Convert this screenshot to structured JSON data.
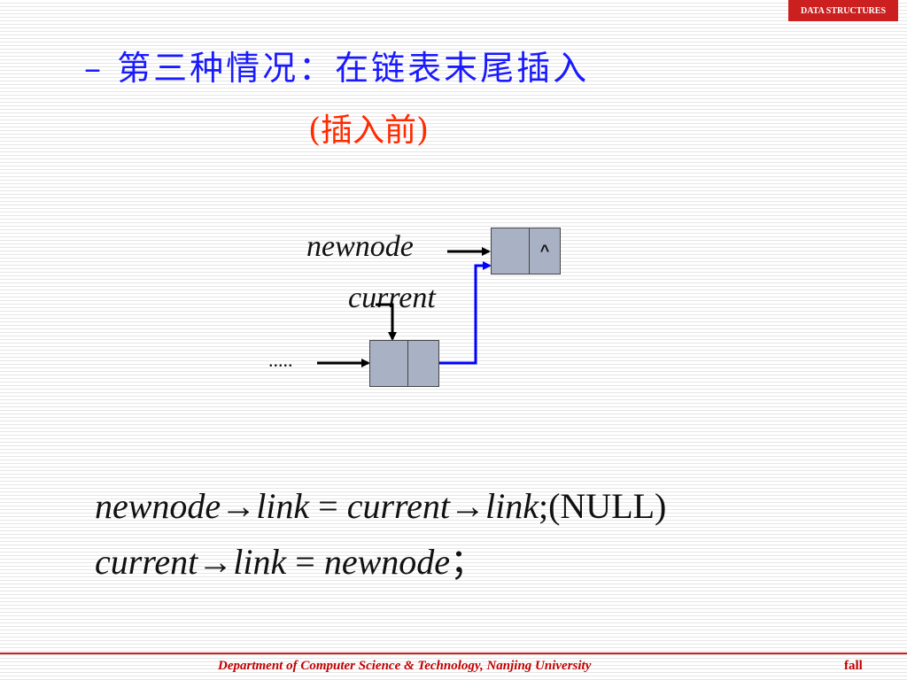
{
  "header": {
    "tag": "DATA STRUCTURES"
  },
  "slide": {
    "title": "– 第三种情况：在链表末尾插入",
    "subtitle": "(插入前)"
  },
  "diagram": {
    "newnode_label": "newnode",
    "current_label": "current",
    "ellipsis": ".....",
    "null_symbol": "^"
  },
  "code": {
    "line1": {
      "a": "newnode→link",
      "eq": " = ",
      "b": "current→link",
      "c": ";(NULL)"
    },
    "line2": {
      "a": "current→link",
      "eq": " = ",
      "b": "newnode",
      "c": "；"
    }
  },
  "footer": {
    "department": "Department of Computer Science & Technology,  Nanjing University",
    "season": "fall"
  },
  "colors": {
    "title": "#1a1aff",
    "subtitle": "#ff2a00",
    "link_arrow": "#0000ff",
    "footer": "#c00000",
    "node_fill": "#a9b1c4"
  }
}
